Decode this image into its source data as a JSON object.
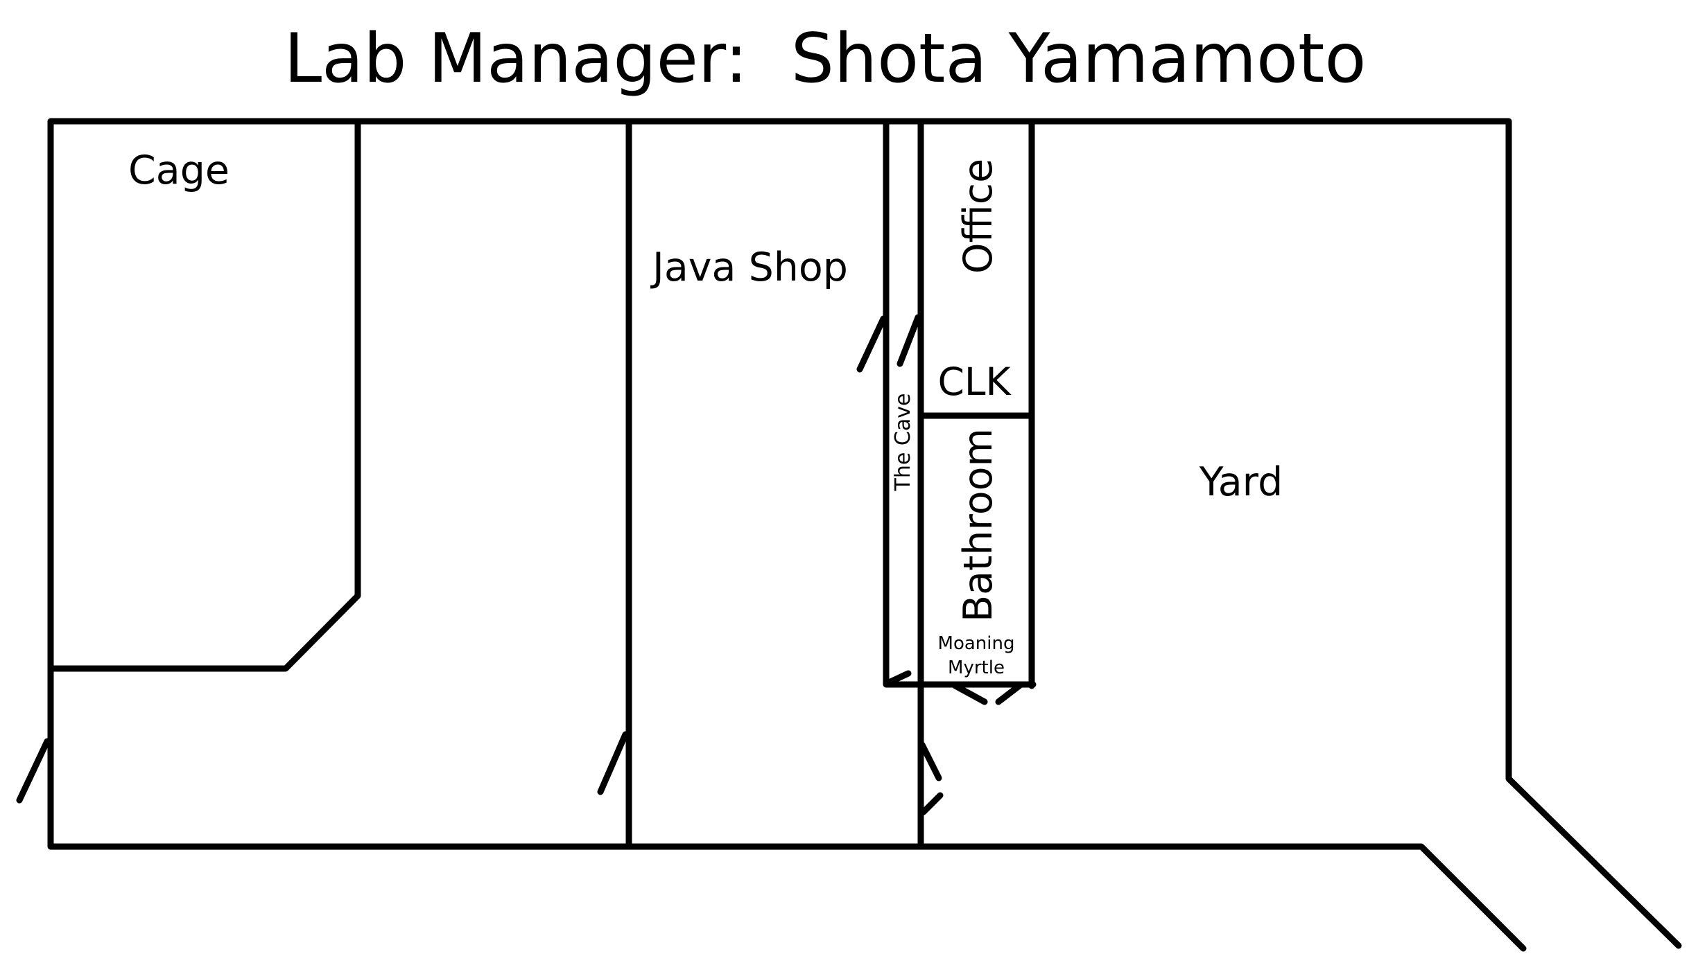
{
  "title": "Lab Manager:  Shota Yamamoto",
  "rooms": {
    "cage": "Cage",
    "java_shop": "Java Shop",
    "office": "Office",
    "clk": "CLK",
    "the_cave": "The Cave",
    "bathroom": "Bathroom",
    "moaning_myrtle_line1": "Moaning",
    "moaning_myrtle_line2": "Myrtle",
    "yard": "Yard"
  },
  "colors": {
    "line": "#000000",
    "background": "#ffffff"
  }
}
